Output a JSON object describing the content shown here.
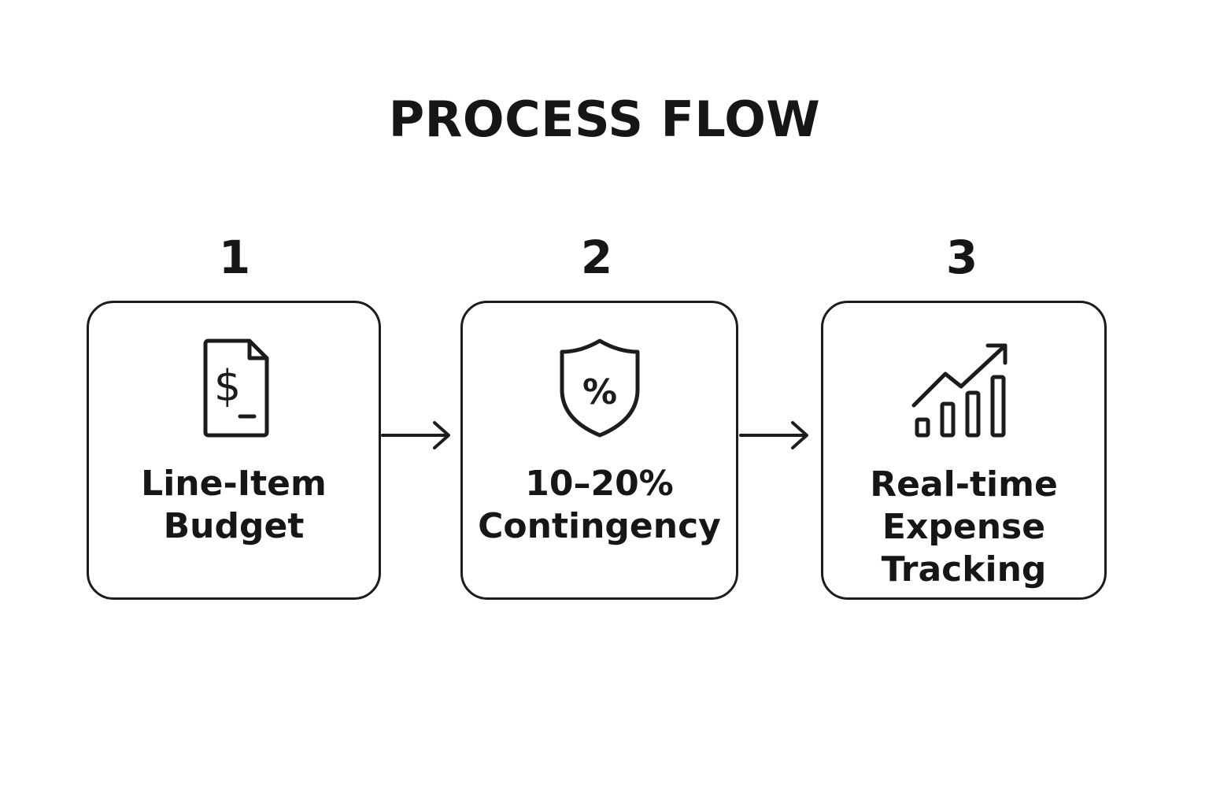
{
  "title": "PROCESS FLOW",
  "steps": [
    {
      "number": "1",
      "label": "Line-Item\nBudget",
      "icon": "dollar-document-icon"
    },
    {
      "number": "2",
      "label": "10–20%\nContingency",
      "icon": "percent-shield-icon"
    },
    {
      "number": "3",
      "label": "Real-time\nExpense\nTracking",
      "icon": "growth-chart-icon"
    }
  ],
  "colors": {
    "stroke": "#1c1c1c",
    "background": "#ffffff",
    "text": "#161616"
  }
}
